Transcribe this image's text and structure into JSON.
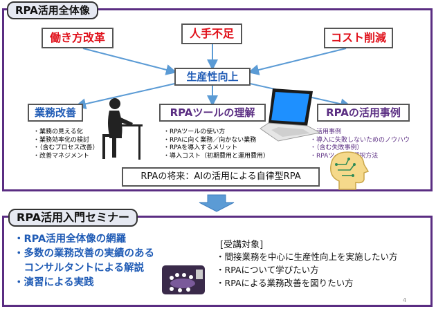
{
  "top": {
    "title": "RPA活用全体像",
    "goals": [
      "働き方改革",
      "人手不足",
      "コスト削減"
    ],
    "center": "生産性向上",
    "sections": [
      {
        "heading": "業務改善",
        "items": [
          "業務の見える化",
          "業務効率化の検討",
          "（含むプロセス改善）",
          "改善マネジメント"
        ]
      },
      {
        "heading": "RPAツールの理解",
        "items": [
          "RPAツールの使い方",
          "RPAに向く業務／向かない業務",
          "RPAを導入するメリット",
          "導入コスト（初期費用と運用費用）"
        ]
      },
      {
        "heading": "RPAの活用事例",
        "items": [
          "活用事例",
          "導入に失敗しないためのノウハウ",
          "（含む失敗事例）",
          "RPAツールの選択方法"
        ]
      }
    ],
    "future": "RPAの将来：AIの活用による自律型RPA"
  },
  "bottom": {
    "title": "RPA活用入門セミナー",
    "points": [
      "・RPA活用全体像の網羅",
      "・多数の業務改善の実績のある",
      "　コンサルタントによる解説",
      "・演習による実践"
    ],
    "target_heading": "[受講対象]",
    "targets": [
      "間接業務を中心に生産性向上を実施したい方",
      "RPAについて学びたい方",
      "RPAによる業務改善を図りたい方"
    ]
  },
  "page_number": "4",
  "colors": {
    "frame": "#5a2d82",
    "goal_text": "#e0101a",
    "blue_text": "#1f5bb5",
    "arrow": "#5b9bd5"
  }
}
